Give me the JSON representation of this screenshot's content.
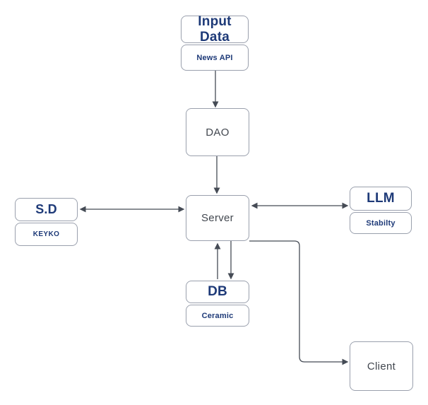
{
  "diagram": {
    "nodes": {
      "input_data": {
        "title": "Input Data",
        "subtitle": "News API"
      },
      "dao": {
        "label": "DAO"
      },
      "server": {
        "label": "Server"
      },
      "sd": {
        "title": "S.D",
        "subtitle": "KEYKO"
      },
      "llm": {
        "title": "LLM",
        "subtitle": "Stabilty"
      },
      "db": {
        "title": "DB",
        "subtitle": "Ceramic"
      },
      "client": {
        "label": "Client"
      }
    },
    "edges": [
      {
        "from": "input_data",
        "to": "dao",
        "direction": "one-way"
      },
      {
        "from": "dao",
        "to": "server",
        "direction": "one-way"
      },
      {
        "from": "sd",
        "to": "server",
        "direction": "two-way"
      },
      {
        "from": "server",
        "to": "llm",
        "direction": "two-way"
      },
      {
        "from": "db",
        "to": "server",
        "direction": "one-way"
      },
      {
        "from": "server",
        "to": "db",
        "direction": "one-way"
      },
      {
        "from": "server",
        "to": "client",
        "direction": "one-way"
      }
    ],
    "colors": {
      "accent_text": "#1e3a78",
      "node_text": "#42474f",
      "node_border": "#9aa0ad",
      "arrow": "#454b55",
      "background": "#ffffff"
    }
  }
}
